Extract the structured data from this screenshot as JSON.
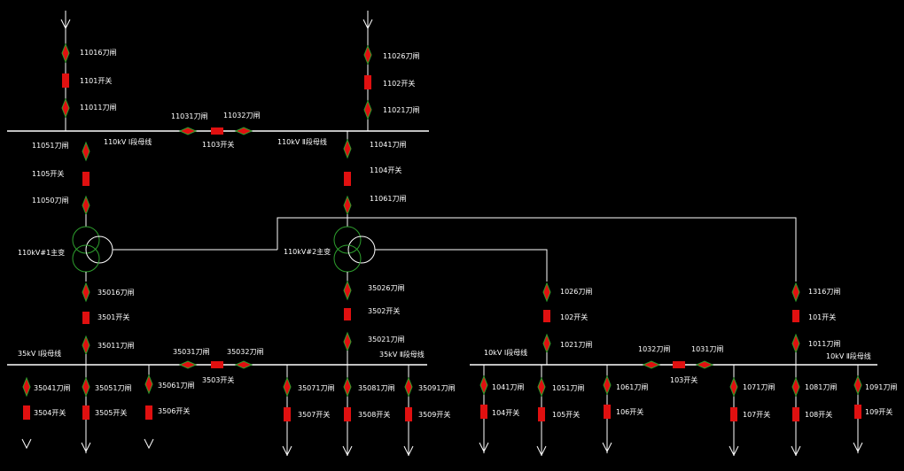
{
  "labels": {
    "sw_11016": "11016刀闸",
    "brk_1101": "1101开关",
    "sw_11011": "11011刀闸",
    "sw_11026": "11026刀闸",
    "brk_1102": "1102开关",
    "sw_11021": "11021刀闸",
    "sw_11031": "11031刀闸",
    "sw_11032": "11032刀闸",
    "brk_1103": "1103开关",
    "bus_110_1": "110kV Ⅰ段母线",
    "bus_110_2": "110kV Ⅱ段母线",
    "sw_11051": "11051刀闸",
    "brk_1105": "1105开关",
    "sw_11050": "11050刀闸",
    "sw_11041": "11041刀闸",
    "brk_1104": "1104开关",
    "sw_11061": "11061刀闸",
    "xf_1": "110kV#1主变",
    "xf_2": "110kV#2主变",
    "sw_35016": "35016刀闸",
    "brk_3501": "3501开关",
    "sw_35011": "35011刀闸",
    "sw_35026": "35026刀闸",
    "brk_3502": "3502开关",
    "sw_35021": "35021刀闸",
    "sw_35031": "35031刀闸",
    "sw_35032": "35032刀闸",
    "brk_3503": "3503开关",
    "bus_35_1": "35kV Ⅰ段母线",
    "bus_35_2": "35kV Ⅱ段母线",
    "sw_1026": "1026刀闸",
    "brk_102": "102开关",
    "sw_1021": "1021刀闸",
    "sw_1316": "1316刀闸",
    "brk_101": "101开关",
    "sw_1011": "1011刀闸",
    "sw_1032": "1032刀闸",
    "sw_1031": "1031刀闸",
    "brk_103": "103开关",
    "bus_10_1": "10kV Ⅰ段母线",
    "bus_10_2": "10kV Ⅱ段母线",
    "sw_35041": "35041刀闸",
    "brk_3504": "3504开关",
    "sw_35051": "35051刀闸",
    "brk_3505": "3505开关",
    "sw_35061": "35061刀闸",
    "brk_3506": "3506开关",
    "sw_35071": "35071刀闸",
    "brk_3507": "3507开关",
    "sw_35081": "35081刀闸",
    "brk_3508": "3508开关",
    "sw_35091": "35091刀闸",
    "brk_3509": "3509开关",
    "sw_1041": "1041刀闸",
    "brk_104": "104开关",
    "sw_1051": "1051刀闸",
    "brk_105": "105开关",
    "sw_1061": "1061刀闸",
    "brk_106": "106开关",
    "sw_1071": "1071刀闸",
    "brk_107": "107开关",
    "sw_1081": "1081刀闸",
    "brk_108": "108开关",
    "sw_1091": "1091刀闸",
    "brk_109": "109开关"
  },
  "colors": {
    "background": "#000000",
    "line": "#ffffff",
    "breaker_closed": "#e01010",
    "switch_outline": "#2ea02e",
    "transformer_winding_1": "#2ea02e",
    "transformer_winding_2": "#ffffff"
  },
  "icons": {
    "breaker": "breaker-icon",
    "disconnector": "disconnector-icon",
    "transformer": "transformer-icon",
    "feeder_arrow": "arrow-down-icon"
  }
}
